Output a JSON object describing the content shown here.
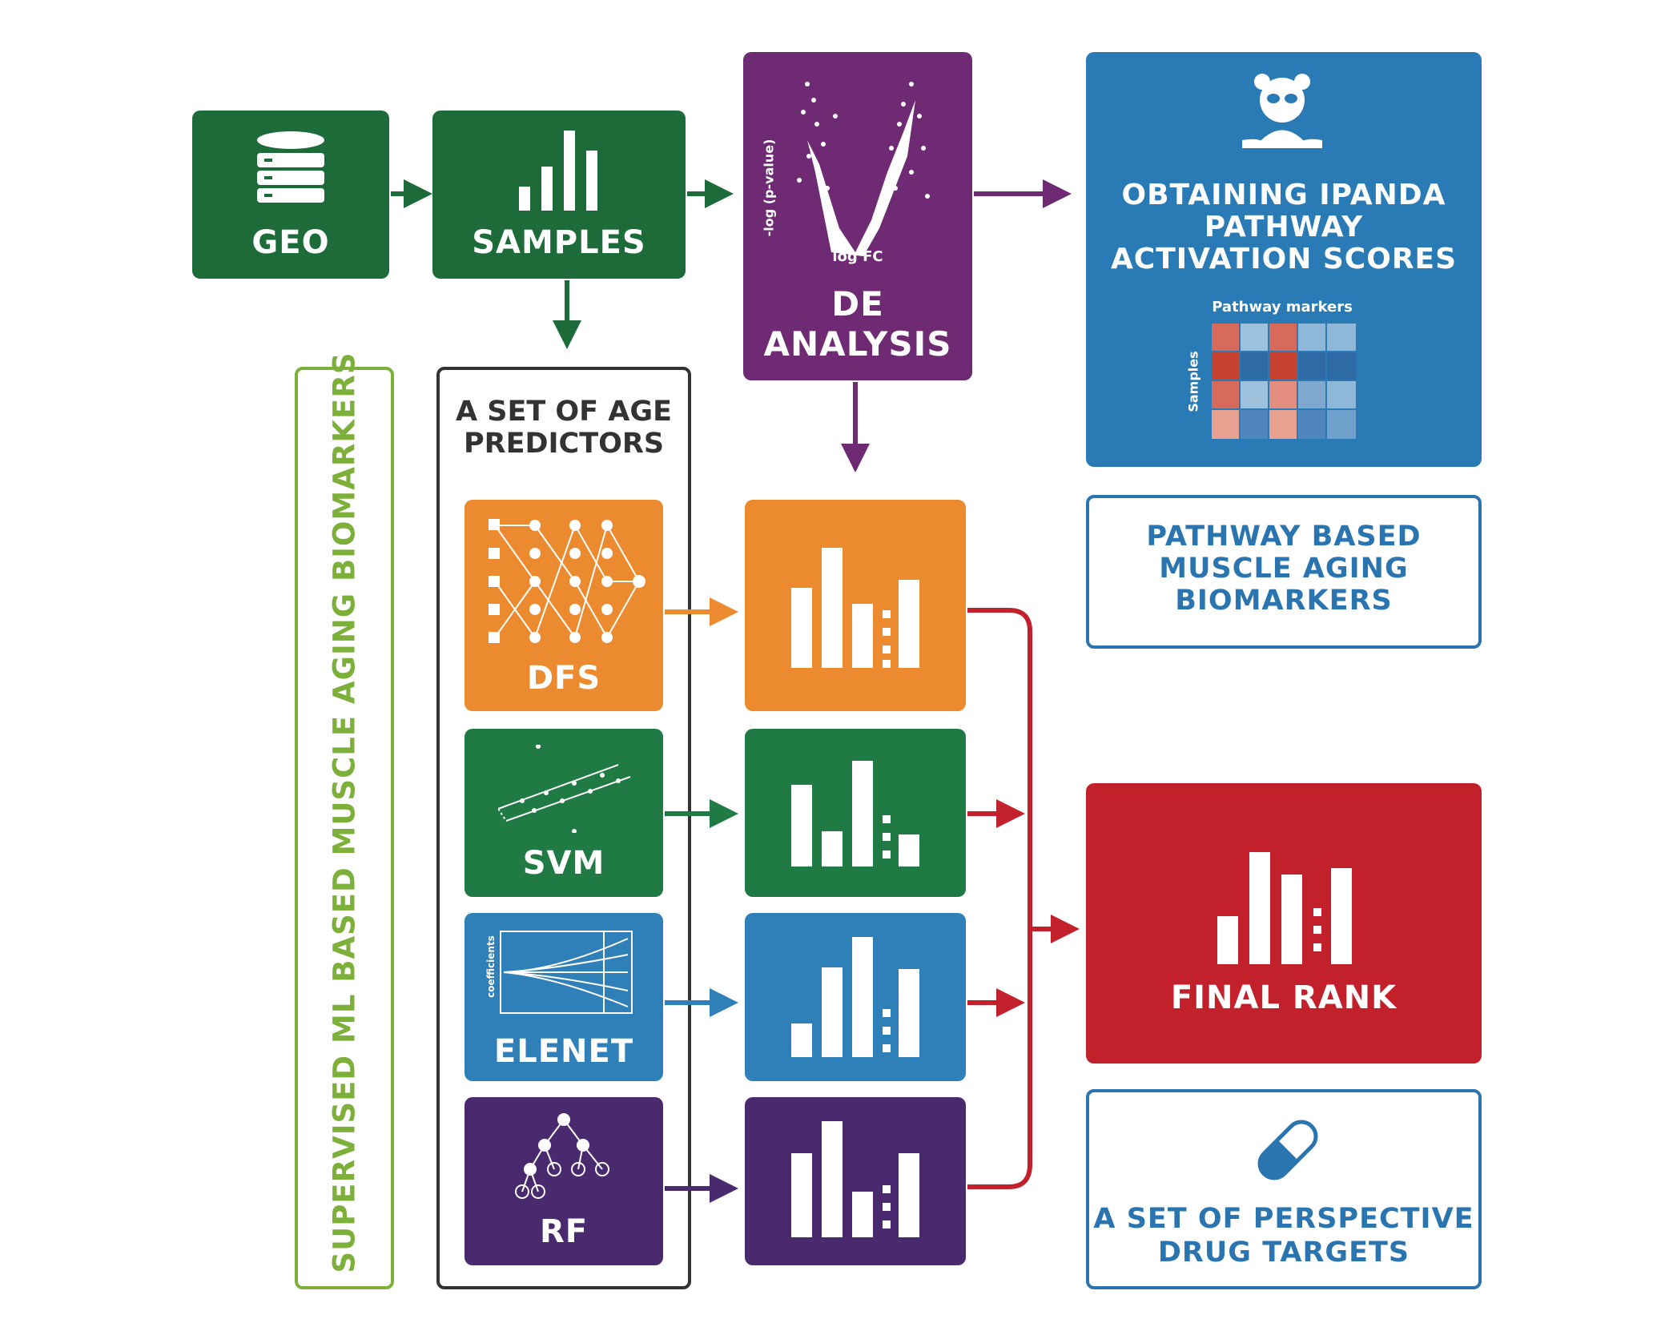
{
  "colors": {
    "geo_green": "#1e6b3a",
    "de_purple": "#6e2a73",
    "ipanda_blue": "#2a7ab5",
    "dfs_orange": "#eb8a2e",
    "svm_green": "#1f7a43",
    "elenet_blue": "#2f7fb8",
    "rf_violet": "#4a2a6e",
    "final_red": "#c2202b",
    "ml_outline_green": "#7db03a"
  },
  "geo": {
    "label": "GEO",
    "icon": "database-icon"
  },
  "samples": {
    "label": "SAMPLES",
    "icon": "bar-chart-icon"
  },
  "de": {
    "line1": "DE",
    "line2": "ANALYSIS",
    "y_axis": "-log (p-value)",
    "x_axis": "log FC",
    "icon": "volcano-plot-icon"
  },
  "ipanda": {
    "line1": "OBTAINING IPANDA",
    "line2": "PATHWAY",
    "line3": "ACTIVATION SCORES",
    "heatmap_col_label": "Pathway markers",
    "heatmap_row_label": "Samples",
    "icon": "panda-icon"
  },
  "pathway_biomarkers": {
    "line1": "PATHWAY BASED",
    "line2": "MUSCLE AGING",
    "line3": "BIOMARKERS"
  },
  "ml_side_label": "SUPERVISED ML BASED MUSCLE AGING BIOMARKERS",
  "predictors": {
    "title_line1": "A SET OF AGE",
    "title_line2": "PREDICTORS",
    "items": [
      {
        "label": "DFS",
        "icon": "neural-network-icon"
      },
      {
        "label": "SVM",
        "icon": "svm-icon"
      },
      {
        "label": "ELENET",
        "icon": "elastic-net-icon",
        "axis": "coefficients"
      },
      {
        "label": "RF",
        "icon": "random-forest-icon"
      }
    ]
  },
  "final_rank": {
    "label": "FINAL RANK",
    "icon": "bar-chart-icon"
  },
  "drug_targets": {
    "line1": "A SET OF PERSPECTIVE",
    "line2": "DRUG TARGETS",
    "icon": "pill-icon"
  }
}
